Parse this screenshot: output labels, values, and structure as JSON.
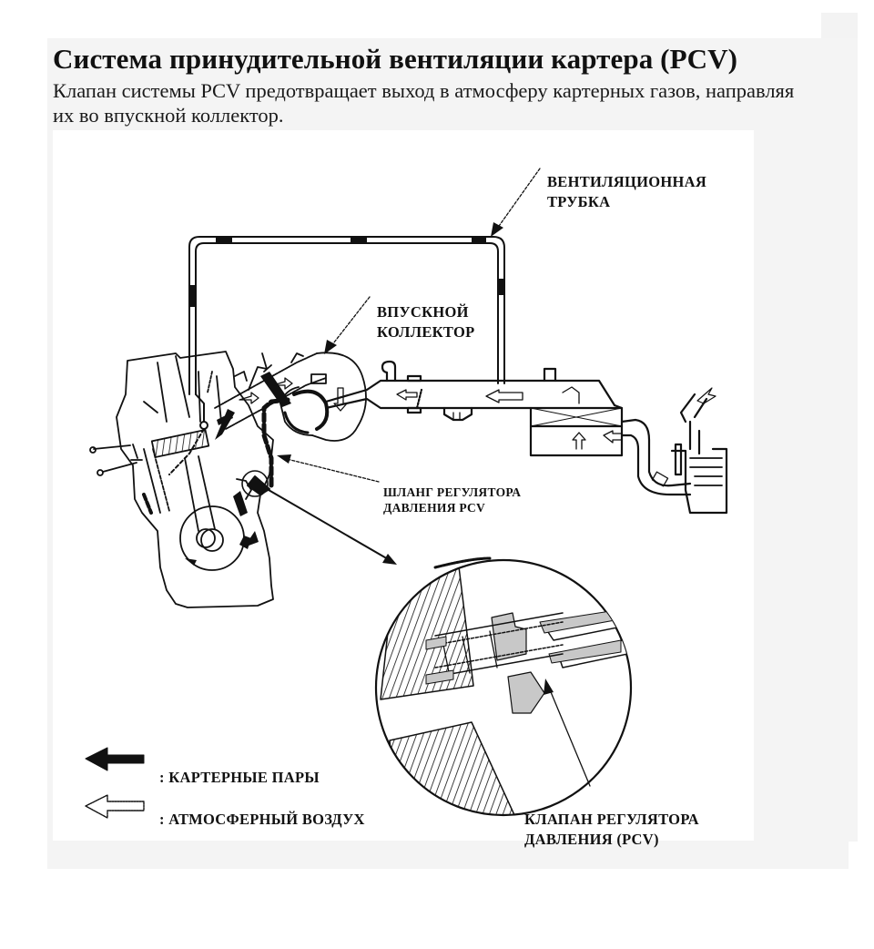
{
  "page": {
    "title": "Система принудительной вентиляции картера (PCV)",
    "description": "Клапан системы PCV предотвращает выход в атмосферу картерных газов, направляя их во впускной коллектор."
  },
  "diagram": {
    "labels": {
      "vent_tube": [
        "ВЕНТИЛЯЦИОННАЯ",
        "ТРУБКА"
      ],
      "intake_manifold": [
        "ВПУСКНОЙ",
        "КОЛЛЕКТОР"
      ],
      "pcv_hose": [
        "ШЛАНГ РЕГУЛЯТОРА",
        "ДАВЛЕНИЯ PCV"
      ],
      "pcv_valve": [
        "КЛАПАН РЕГУЛЯТОРА",
        "ДАВЛЕНИЯ (PCV)"
      ]
    },
    "legend": [
      {
        "icon": "solid-arrow-left-icon",
        "label": ": КАРТЕРНЫЕ ПАРЫ",
        "color": "#000000"
      },
      {
        "icon": "outline-arrow-left-icon",
        "label": ": АТМОСФЕРНЫЙ ВОЗДУХ",
        "color": "#ffffff"
      }
    ],
    "colors": {
      "line": "#111111",
      "valve_fill": "#c8c8c8",
      "panel_bg": "#f4f4f4"
    }
  }
}
